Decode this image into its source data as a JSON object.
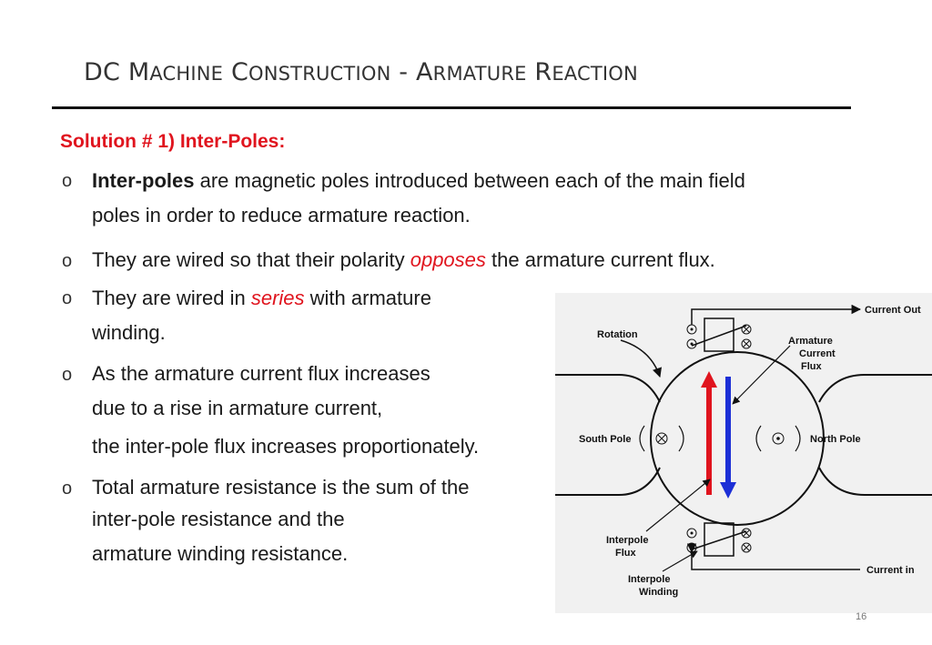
{
  "slide": {
    "title_first": {
      "big": "DC M",
      "small": "ACHINE"
    },
    "title_second": {
      "big": " C",
      "small": "ONSTRUCTION"
    },
    "title_sep": " - ",
    "title_third": {
      "big": "A",
      "small": "RMATURE"
    },
    "title_fourth": {
      "big": " R",
      "small": "EACTION"
    },
    "solution_heading": "Solution # 1) Inter-Poles:",
    "bullet_marker": "o",
    "bullets": [
      {
        "bold": "Inter-poles",
        "line1": " are magnetic poles introduced between each of the main field",
        "line2": "poles in order to reduce armature reaction."
      },
      {
        "pre": "They are wired so that their polarity ",
        "em": "opposes",
        "post": " the armature current flux."
      },
      {
        "pre": "They are wired in ",
        "em": "series",
        "post": " with armature",
        "line2": "winding."
      },
      {
        "line1": "As the armature current flux increases",
        "line2": "due to a rise in armature current,",
        "line3": "the inter-pole flux increases proportionately."
      },
      {
        "line1": "Total armature resistance is the sum of the",
        "line2": " inter-pole resistance and the",
        "line3": "armature winding resistance."
      }
    ],
    "page_number": "16"
  },
  "diagram": {
    "labels": {
      "current_out": "Current Out",
      "rotation": "Rotation",
      "armature_current_flux": [
        "Armature",
        "Current",
        "Flux"
      ],
      "south_pole": "South Pole",
      "north_pole": "North Pole",
      "interpole_flux": [
        "Interpole",
        "Flux"
      ],
      "current_in": "Current in",
      "interpole_winding": [
        "Interpole",
        "Winding"
      ]
    },
    "colors": {
      "up_arrow": "#e0141e",
      "down_arrow": "#1c2fd6"
    }
  }
}
